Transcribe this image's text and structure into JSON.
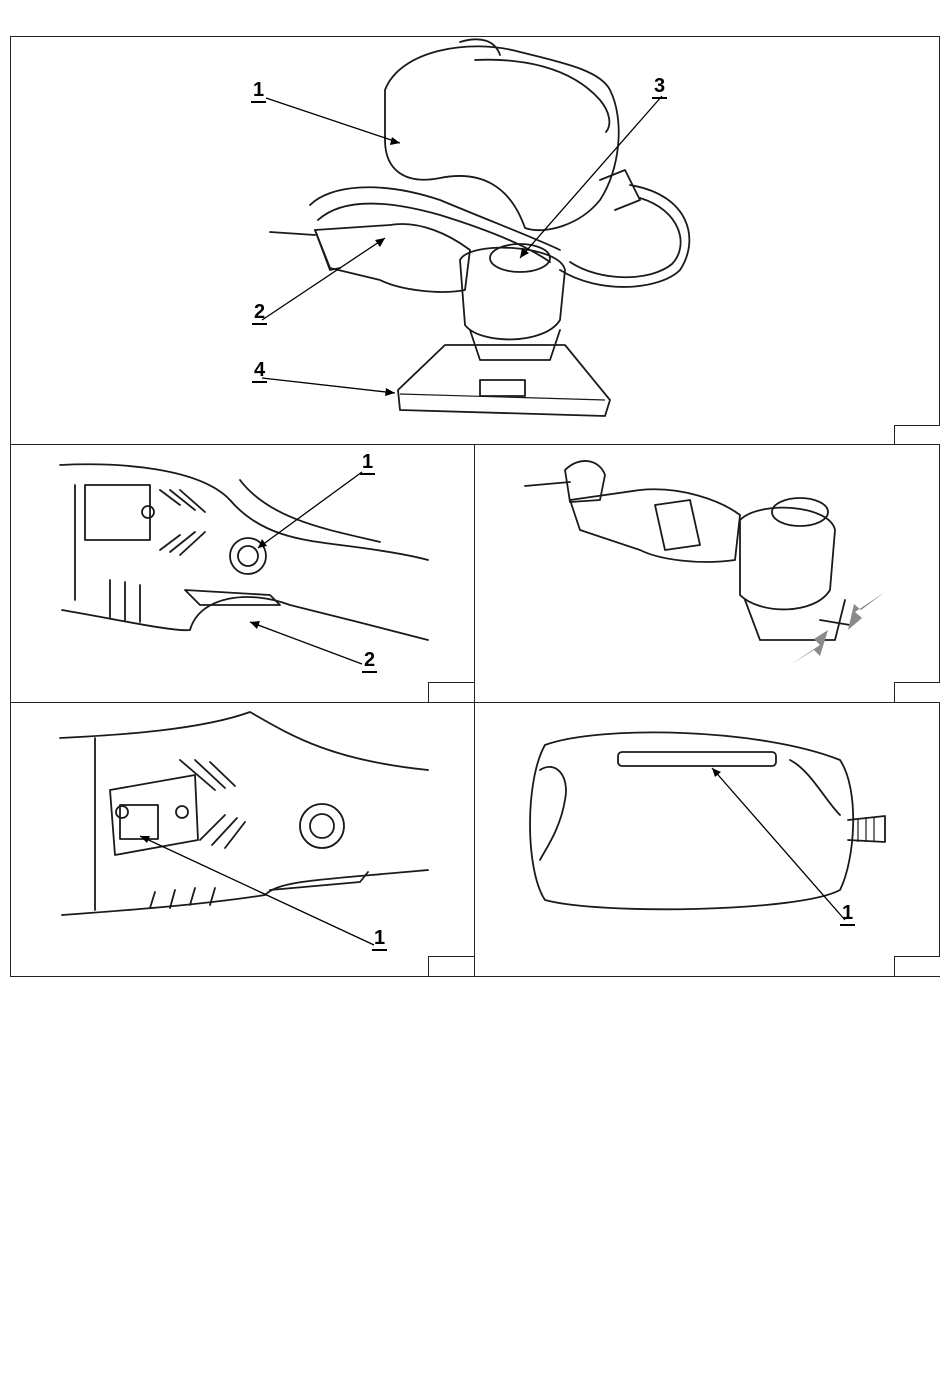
{
  "figures": [
    {
      "id": "fig-1",
      "callouts": [
        {
          "label": "1"
        },
        {
          "label": "2"
        },
        {
          "label": "3"
        },
        {
          "label": "4"
        }
      ]
    },
    {
      "id": "fig-2",
      "callouts": [
        {
          "label": "1"
        },
        {
          "label": "2"
        }
      ]
    },
    {
      "id": "fig-3",
      "callouts": []
    },
    {
      "id": "fig-4",
      "callouts": [
        {
          "label": "1"
        }
      ]
    },
    {
      "id": "fig-5",
      "callouts": [
        {
          "label": "1"
        }
      ]
    }
  ],
  "colors": {
    "line": "#1a1a1a",
    "frame": "#222222",
    "arrow_gray": "#8a8a8a"
  }
}
